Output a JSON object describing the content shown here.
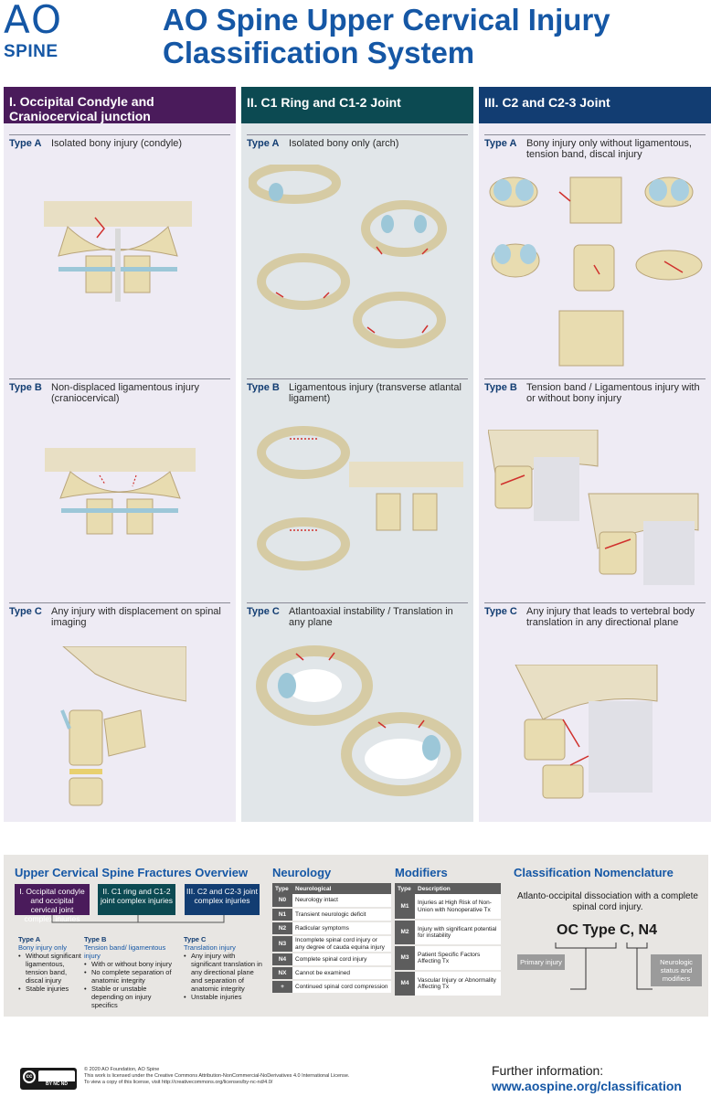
{
  "header": {
    "logo_ao": "AO",
    "logo_spine": "SPINE",
    "title": "AO Spine Upper Cervical Injury Classification System"
  },
  "columns": [
    {
      "title": "I. Occipital Condyle and Craniocervical junction",
      "rows": [
        {
          "type": "Type A",
          "desc": "Isolated bony injury (condyle)"
        },
        {
          "type": "Type B",
          "desc": "Non-displaced ligamentous injury (craniocervical)"
        },
        {
          "type": "Type C",
          "desc": "Any injury with displacement on spinal imaging"
        }
      ]
    },
    {
      "title": "II. C1 Ring and C1-2 Joint",
      "rows": [
        {
          "type": "Type A",
          "desc": "Isolated bony only (arch)"
        },
        {
          "type": "Type B",
          "desc": "Ligamentous injury (transverse atlantal ligament)"
        },
        {
          "type": "Type C",
          "desc": "Atlantoaxial instability / Translation in any plane"
        }
      ]
    },
    {
      "title": "III. C2 and C2-3 Joint",
      "rows": [
        {
          "type": "Type A",
          "desc": "Bony injury only without ligamentous, tension band, discal injury"
        },
        {
          "type": "Type B",
          "desc": "Tension band / Ligamentous injury with or without bony injury"
        },
        {
          "type": "Type C",
          "desc": "Any injury that leads to vertebral body translation in any directional plane"
        }
      ]
    }
  ],
  "overview": {
    "title": "Upper Cervical Spine Fractures Overview",
    "boxes": [
      {
        "num": "I.",
        "label": "Occipital condyle and occipital cervical joint complex injuries",
        "color": "#4a1b5b"
      },
      {
        "num": "II.",
        "label": "C1 ring and C1-2 joint complex injuries",
        "color": "#0c4a52"
      },
      {
        "num": "III.",
        "label": "C2 and C2-3 joint complex injuries",
        "color": "#123d72"
      }
    ],
    "types": [
      {
        "title": "Type A",
        "subtitle": "Bony injury only",
        "bullets": [
          "Without significant ligamentous, tension band, discal injury",
          "Stable injuries"
        ]
      },
      {
        "title": "Type B",
        "subtitle": "Tension band/ ligamentous injury",
        "bullets": [
          "With or without bony injury",
          "No complete separation of anatomic integrity",
          "Stable or unstable depending on injury specifics"
        ]
      },
      {
        "title": "Type C",
        "subtitle": "Translation injury",
        "bullets": [
          "Any injury with significant translation in any directional plane and separation of anatomic integrity",
          "Unstable injuries"
        ]
      }
    ]
  },
  "neurology": {
    "title": "Neurology",
    "col_type": "Type",
    "col_desc": "Neurological",
    "rows": [
      {
        "code": "N0",
        "desc": "Neurology intact"
      },
      {
        "code": "N1",
        "desc": "Transient neurologic deficit"
      },
      {
        "code": "N2",
        "desc": "Radicular symptoms"
      },
      {
        "code": "N3",
        "desc": "Incomplete spinal cord injury or any degree of cauda equina injury"
      },
      {
        "code": "N4",
        "desc": "Complete spinal cord injury"
      },
      {
        "code": "NX",
        "desc": "Cannot be examined"
      },
      {
        "code": "+",
        "desc": "Continued spinal cord compression"
      }
    ]
  },
  "modifiers": {
    "title": "Modifiers",
    "col_type": "Type",
    "col_desc": "Description",
    "rows": [
      {
        "code": "M1",
        "desc": "Injuries at High Risk of Non-Union with Nonoperative Tx"
      },
      {
        "code": "M2",
        "desc": "Injury with significant potential for instability"
      },
      {
        "code": "M3",
        "desc": "Patient Specific Factors Affecting Tx"
      },
      {
        "code": "M4",
        "desc": "Vascular Injury or Abnormality Affecting Tx"
      }
    ]
  },
  "nomenclature": {
    "title": "Classification Nomenclature",
    "description": "Atlanto-occipital dissociation with a complete spinal cord injury.",
    "code": "OC Type C, N4",
    "primary": "Primary injury",
    "neuro": "Neurologic status and modifiers"
  },
  "footer": {
    "cc_label": "BY NC ND",
    "legal_lines": [
      "© 2020 AO Foundation, AO Spine",
      "This work is licensed under the Creative Commons Attribution-NonCommercial-NoDerivatives 4.0 International License.",
      "To view a copy of this license, visit http://creativecommons.org/licenses/by-nc-nd/4.0/"
    ],
    "further": "Further information:",
    "url": "www.aospine.org/classification"
  }
}
